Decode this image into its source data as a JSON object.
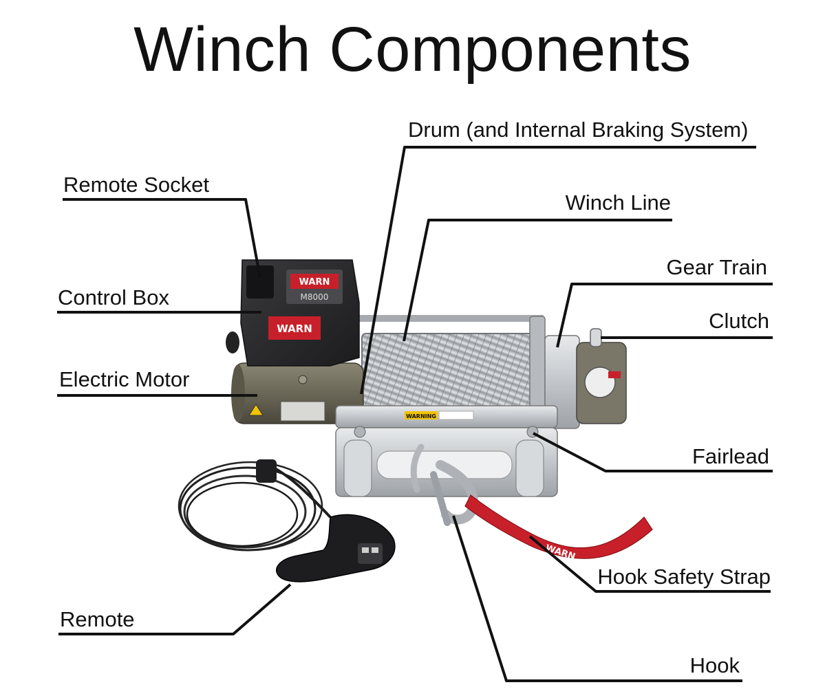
{
  "title": "Winch Components",
  "labels": {
    "drum": "Drum (and Internal Braking System)",
    "remote_socket": "Remote Socket",
    "winch_line": "Winch Line",
    "gear_train": "Gear Train",
    "control_box": "Control Box",
    "clutch": "Clutch",
    "electric_motor": "Electric Motor",
    "fairlead": "Fairlead",
    "hook_safety_strap": "Hook Safety Strap",
    "remote": "Remote",
    "hook": "Hook"
  },
  "product_marks": {
    "brand": "WARN",
    "model": "M8000",
    "warning": "WARNING"
  },
  "colors": {
    "strap": "#c8202a",
    "motor": "#6e6a5a",
    "control_box": "#2a2a2c",
    "steel": "#c9ccd0",
    "leader_line": "#111111"
  }
}
